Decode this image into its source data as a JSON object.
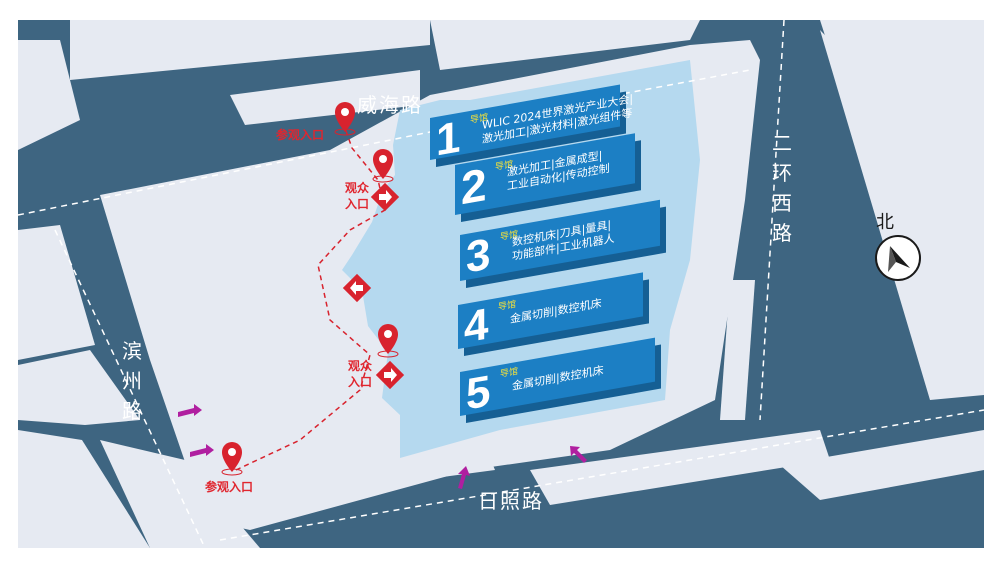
{
  "roads": {
    "north": "威海路",
    "south": "日照路",
    "west": "滨州路",
    "east": "二环西路"
  },
  "compass": {
    "label": "北",
    "icon": "north-arrow-icon"
  },
  "entrances": {
    "visitor_tour": "参观入口",
    "audience": "观众入口"
  },
  "halls": [
    {
      "number": "1",
      "tag": "导馆",
      "lines": [
        "WLIC 2024世界激光产业大会|",
        "激光加工|激光材料|激光组件等"
      ]
    },
    {
      "number": "2",
      "tag": "导馆",
      "lines": [
        "激光加工|金属成型|",
        "工业自动化|传动控制"
      ]
    },
    {
      "number": "3",
      "tag": "导馆",
      "lines": [
        "数控机床|刀具|量具|",
        "功能部件|工业机器人"
      ]
    },
    {
      "number": "4",
      "tag": "导馆",
      "lines": [
        "金属切削|数控机床"
      ]
    },
    {
      "number": "5",
      "tag": "导馆",
      "lines": [
        "金属切削|数控机床"
      ]
    }
  ],
  "colors": {
    "road": "#3e6581",
    "block": "#e6eaf2",
    "plaza": "#b5d9ef",
    "hall": "#1c7fc4",
    "hall_shadow": "#155f94",
    "marker": "#d8232e",
    "route": "#d8232e",
    "gate_arrow": "#b01fa0"
  }
}
